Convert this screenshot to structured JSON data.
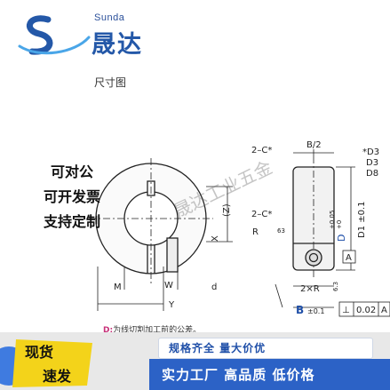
{
  "logo": {
    "latin": "Sunda",
    "chinese": "晟达"
  },
  "section": {
    "title": "尺寸图"
  },
  "promo": {
    "line1": "可对公",
    "line2": "可开发票",
    "line3": "支持定制"
  },
  "drawing": {
    "labels": {
      "top_chamfer": "2–C*",
      "b_half": "B/2",
      "d3a": "*D3",
      "d3b": "D3",
      "d8": "D8",
      "z": "(Z)",
      "x": "X",
      "mid_chamfer": "2–C*",
      "r": "R",
      "angle": "63",
      "dia_small": "D",
      "tol_plus": "+0.05",
      "tol_zero": "+0",
      "d1": "D1 ±0.1",
      "datum": "A",
      "two_r": "2×R",
      "corner": "6.3",
      "b": "B",
      "b_tol": "±0.1",
      "perp": "⊥",
      "perp_val": "0.02",
      "perp_ref": "A",
      "m": "M",
      "w": "W",
      "small_d": "d",
      "y": "Y"
    }
  },
  "watermark": {
    "text": "晟达工业五金"
  },
  "note": {
    "key": "D:",
    "text": "为线切割加工前的公差。"
  },
  "banner": {
    "badge_line1": "现货",
    "badge_line2": "速发",
    "top_text": "规格齐全  量大价优",
    "main_text": "实力工厂  高品质  低价格"
  },
  "colors": {
    "brand_blue": "#2458a8",
    "banner_blue": "#2c62c6",
    "note_pink": "#c8327a",
    "badge_yellow": "#f3d31a"
  }
}
